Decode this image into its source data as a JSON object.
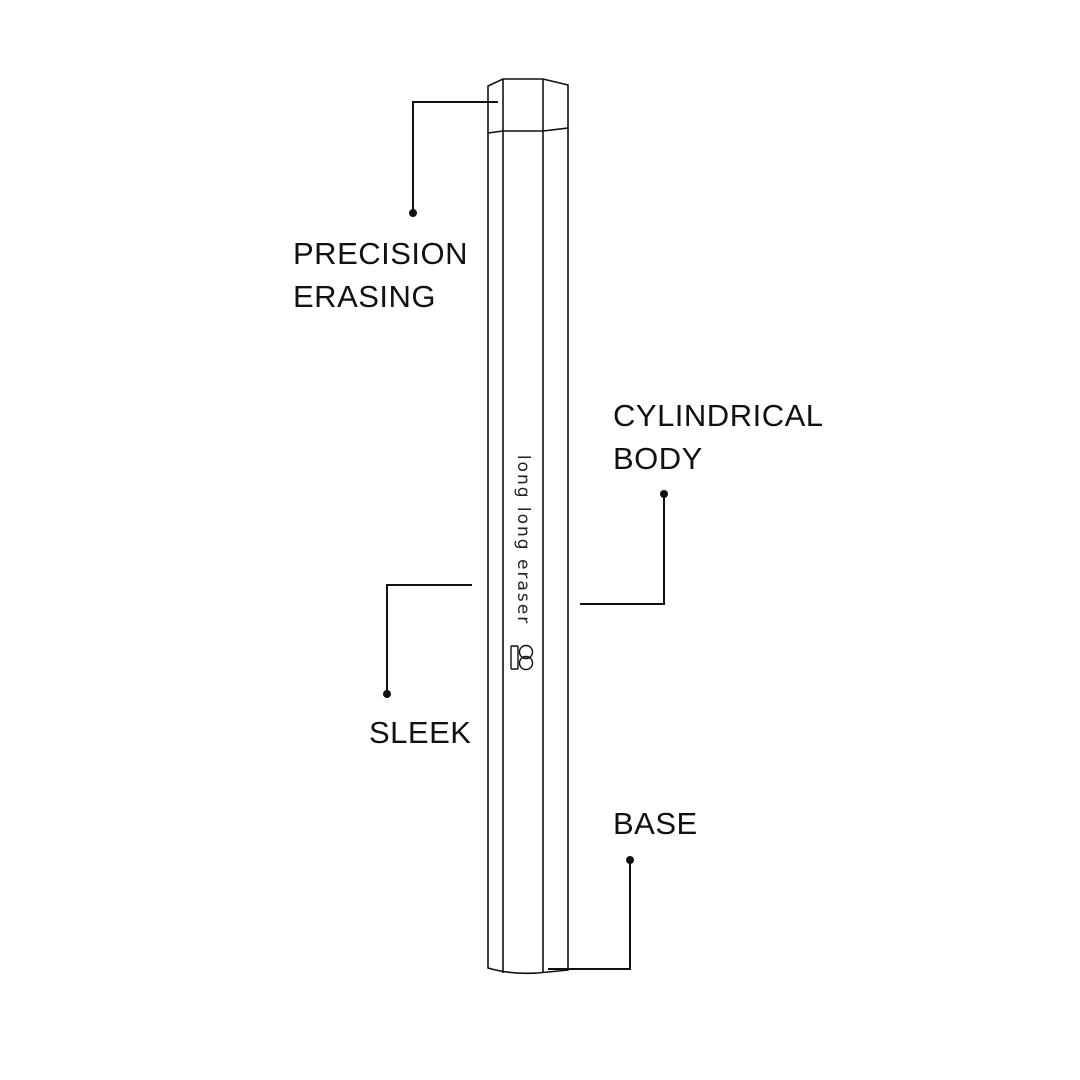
{
  "product": {
    "brand_text": "long long eraser",
    "logo_icon": "double-loop-logo-icon"
  },
  "callouts": [
    {
      "line1": "PRECISION",
      "line2": "ERASING"
    },
    {
      "line1": "CYLINDRICAL",
      "line2": "BODY"
    },
    {
      "line1": "SLEEK"
    },
    {
      "line1": "BASE"
    }
  ],
  "colors": {
    "stroke": "#111111",
    "background": "#ffffff"
  }
}
